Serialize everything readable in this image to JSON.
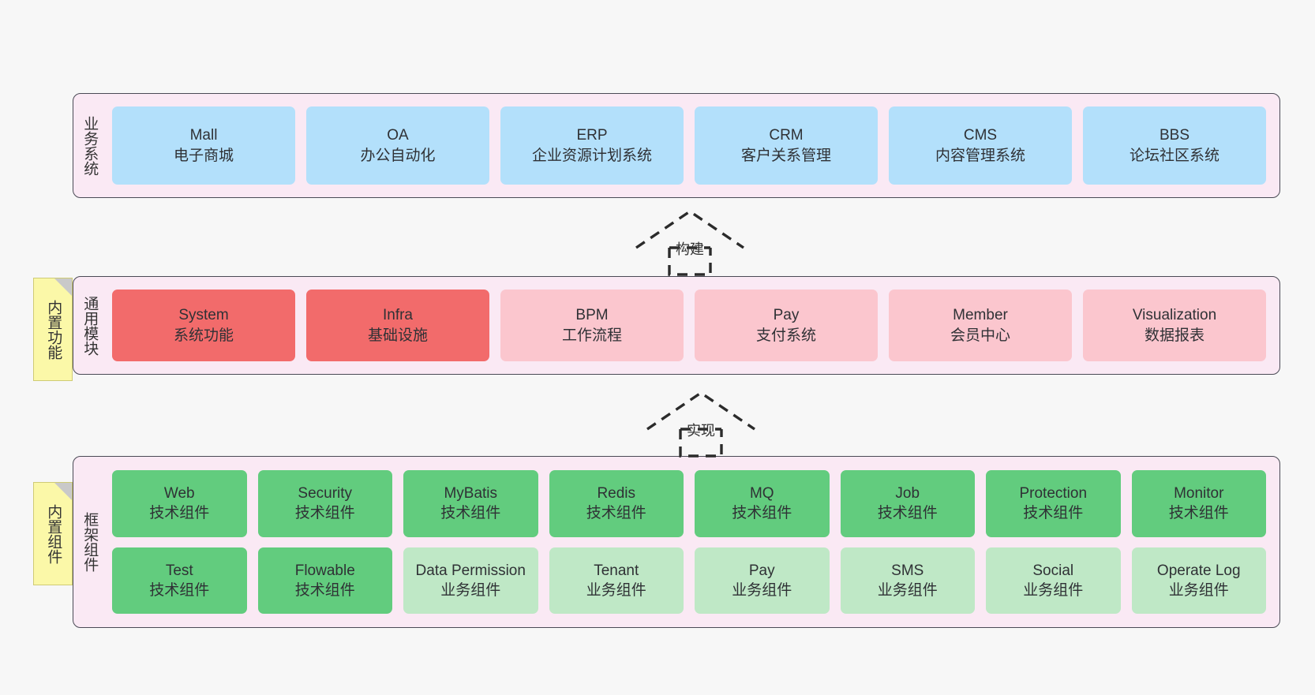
{
  "diagram": {
    "background": "#f7f7f7",
    "band_fill": "#fae9f4",
    "band_stroke": "#4a4a55",
    "note_fill": "#fbf8a8"
  },
  "layers": [
    {
      "id": "business-systems",
      "title": "业务系统",
      "items": [
        {
          "name": "Mall",
          "desc": "电子商城",
          "color": "#b3e0fb",
          "style": "blue"
        },
        {
          "name": "OA",
          "desc": "办公自动化",
          "color": "#b3e0fb",
          "style": "blue"
        },
        {
          "name": "ERP",
          "desc": "企业资源计划系统",
          "color": "#b3e0fb",
          "style": "blue"
        },
        {
          "name": "CRM",
          "desc": "客户关系管理",
          "color": "#b3e0fb",
          "style": "blue"
        },
        {
          "name": "CMS",
          "desc": "内容管理系统",
          "color": "#b3e0fb",
          "style": "blue"
        },
        {
          "name": "BBS",
          "desc": "论坛社区系统",
          "color": "#b3e0fb",
          "style": "blue"
        }
      ]
    },
    {
      "id": "common-modules",
      "title": "通用模块",
      "note": "内置功能",
      "items": [
        {
          "name": "System",
          "desc": "系统功能",
          "color": "#f26b6b",
          "style": "red"
        },
        {
          "name": "Infra",
          "desc": "基础设施",
          "color": "#f26b6b",
          "style": "red"
        },
        {
          "name": "BPM",
          "desc": "工作流程",
          "color": "#fbc6ce",
          "style": "pink"
        },
        {
          "name": "Pay",
          "desc": "支付系统",
          "color": "#fbc6ce",
          "style": "pink"
        },
        {
          "name": "Member",
          "desc": "会员中心",
          "color": "#fbc6ce",
          "style": "pink"
        },
        {
          "name": "Visualization",
          "desc": "数据报表",
          "color": "#fbc6ce",
          "style": "pink"
        }
      ]
    },
    {
      "id": "framework-components",
      "title": "框架组件",
      "note": "内置组件",
      "rows": [
        [
          {
            "name": "Web",
            "desc": "技术组件",
            "color": "#62cc7e",
            "style": "green-dark"
          },
          {
            "name": "Security",
            "desc": "技术组件",
            "color": "#62cc7e",
            "style": "green-dark"
          },
          {
            "name": "MyBatis",
            "desc": "技术组件",
            "color": "#62cc7e",
            "style": "green-dark"
          },
          {
            "name": "Redis",
            "desc": "技术组件",
            "color": "#62cc7e",
            "style": "green-dark"
          },
          {
            "name": "MQ",
            "desc": "技术组件",
            "color": "#62cc7e",
            "style": "green-dark"
          },
          {
            "name": "Job",
            "desc": "技术组件",
            "color": "#62cc7e",
            "style": "green-dark"
          },
          {
            "name": "Protection",
            "desc": "技术组件",
            "color": "#62cc7e",
            "style": "green-dark"
          },
          {
            "name": "Monitor",
            "desc": "技术组件",
            "color": "#62cc7e",
            "style": "green-dark"
          }
        ],
        [
          {
            "name": "Test",
            "desc": "技术组件",
            "color": "#62cc7e",
            "style": "green-dark"
          },
          {
            "name": "Flowable",
            "desc": "技术组件",
            "color": "#62cc7e",
            "style": "green-dark"
          },
          {
            "name": "Data Permission",
            "desc": "业务组件",
            "color": "#bfe8c6",
            "style": "green-light",
            "wrap": true
          },
          {
            "name": "Tenant",
            "desc": "业务组件",
            "color": "#bfe8c6",
            "style": "green-light"
          },
          {
            "name": "Pay",
            "desc": "业务组件",
            "color": "#bfe8c6",
            "style": "green-light"
          },
          {
            "name": "SMS",
            "desc": "业务组件",
            "color": "#bfe8c6",
            "style": "green-light"
          },
          {
            "name": "Social",
            "desc": "业务组件",
            "color": "#bfe8c6",
            "style": "green-light"
          },
          {
            "name": "Operate Log",
            "desc": "业务组件",
            "color": "#bfe8c6",
            "style": "green-light"
          }
        ]
      ]
    }
  ],
  "connectors": [
    {
      "id": "build",
      "label": "构建"
    },
    {
      "id": "implement",
      "label": "实现"
    }
  ]
}
